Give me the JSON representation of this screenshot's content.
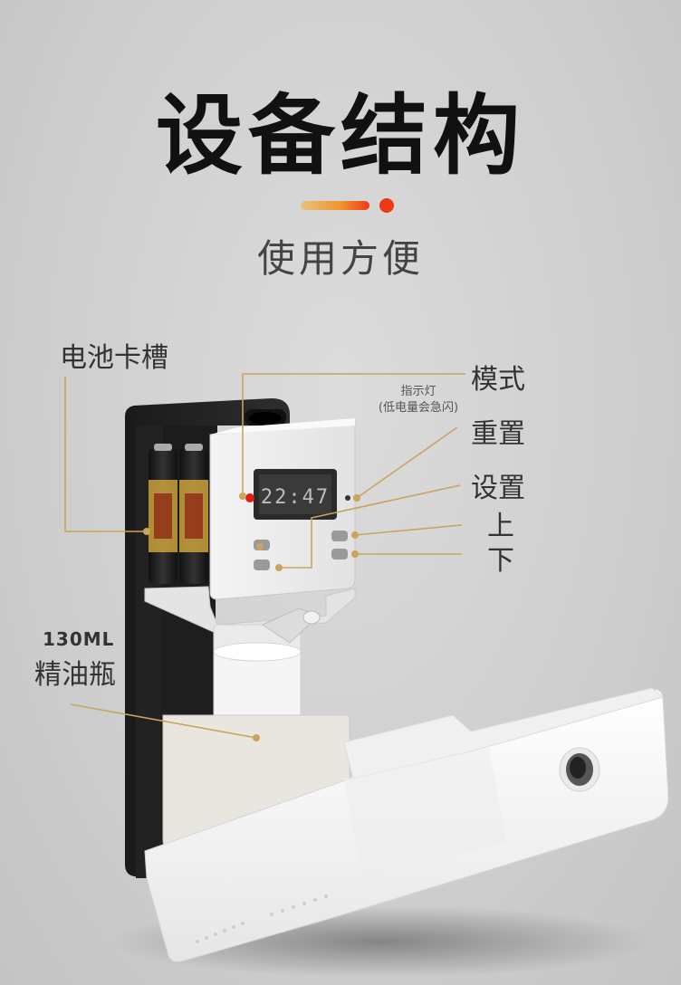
{
  "header": {
    "title": "设备结构",
    "subtitle": "使用方便"
  },
  "labels": {
    "battery_slot": "电池卡槽",
    "mode": "模式",
    "indicator_line1": "指示灯",
    "indicator_line2": "(低电量会急闪)",
    "reset": "重置",
    "settings": "设置",
    "up": "上",
    "down": "下",
    "bottle_volume": "130ML",
    "bottle_name": "精油瓶"
  },
  "display": {
    "time": "22:47"
  },
  "colors": {
    "leader_line": "#c9a45a",
    "accent_red": "#ec3a14",
    "accent_gold": "#e9c27a"
  }
}
